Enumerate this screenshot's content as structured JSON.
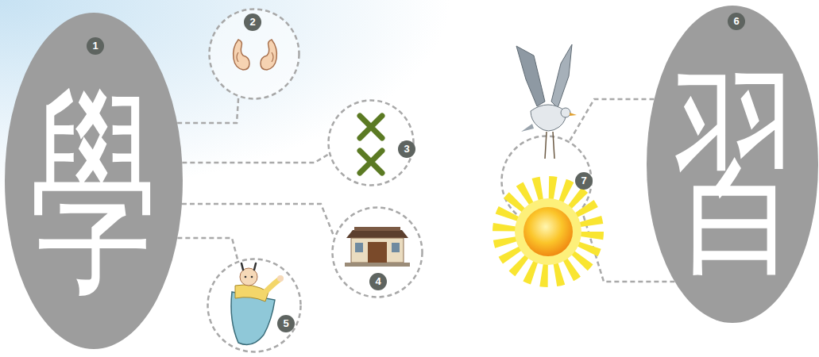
{
  "diagram": {
    "nodes": [
      {
        "text": [
          "1",
          "學"
        ]
      },
      {
        "text": [
          "2"
        ]
      },
      {
        "text": [
          "3"
        ]
      },
      {
        "text": [
          "4"
        ]
      },
      {
        "text": [
          "5"
        ]
      },
      {
        "text": [
          "6",
          "習"
        ]
      },
      {
        "text": [
          "7"
        ]
      }
    ],
    "edges": [
      {
        "from": 0,
        "to": 1,
        "arrow": "none"
      },
      {
        "from": 0,
        "to": 2,
        "arrow": "none"
      },
      {
        "from": 0,
        "to": 3,
        "arrow": "none"
      },
      {
        "from": 0,
        "to": 4,
        "arrow": "none"
      },
      {
        "from": 5,
        "to": 6,
        "arrow": "none"
      },
      {
        "from": 5,
        "to": 6,
        "arrow": "none"
      }
    ]
  }
}
